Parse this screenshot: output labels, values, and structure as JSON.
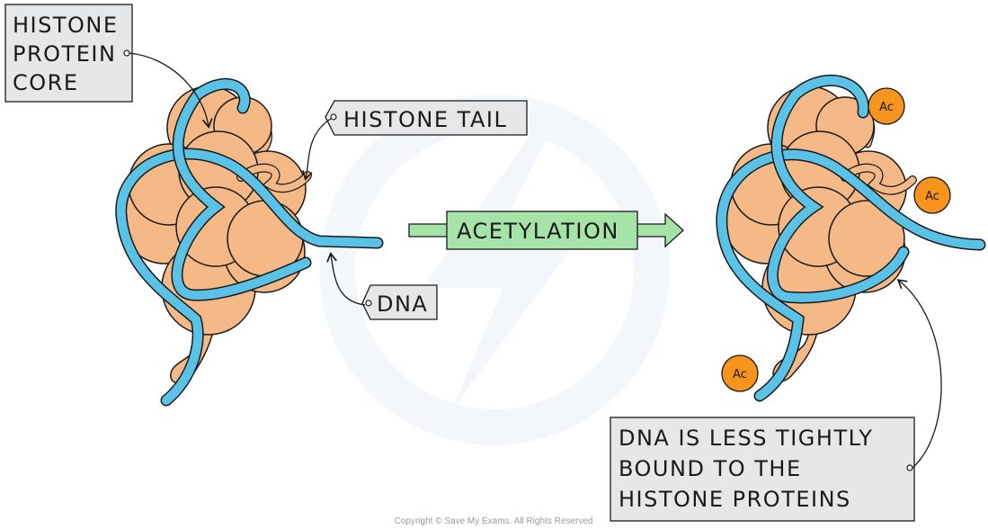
{
  "labels": {
    "core_line1": "HISTONE",
    "core_line2": "PROTEIN",
    "core_line3": "CORE",
    "tail": "HISTONE TAIL",
    "dna": "DNA",
    "process": "ACETYLATION",
    "result_line1": "DNA IS LESS TIGHTLY",
    "result_line2": "BOUND TO THE",
    "result_line3": "HISTONE PROTEINS",
    "acetyl": "Ac"
  },
  "footer": {
    "copyright": "Copyright © Save My Exams. All Rights Reserved"
  },
  "colors": {
    "histone": "#f5b887",
    "dna": "#5bc2e7",
    "acetyl": "#f7941d",
    "label_box": "#e6e7e8",
    "arrow": "#a6e3a8",
    "outline": "#1a1a1a"
  }
}
